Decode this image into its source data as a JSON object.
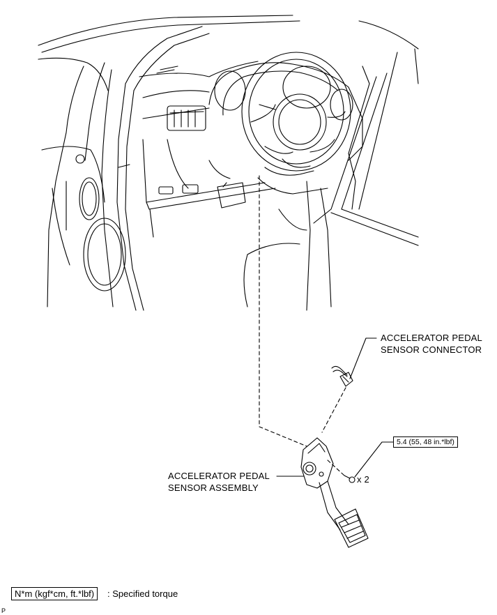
{
  "labels": {
    "connector_line1": "ACCELERATOR PEDAL",
    "connector_line2": "SENSOR CONNECTOR",
    "assembly_line1": "ACCELERATOR PEDAL",
    "assembly_line2": "SENSOR ASSEMBLY"
  },
  "torque": {
    "value": "5.4 (55, 48 in.*lbf)",
    "quantity": "x 2"
  },
  "legend": {
    "box": "N*m (kgf*cm, ft.*lbf)",
    "text": ": Specified torque"
  },
  "corner_mark": "P"
}
